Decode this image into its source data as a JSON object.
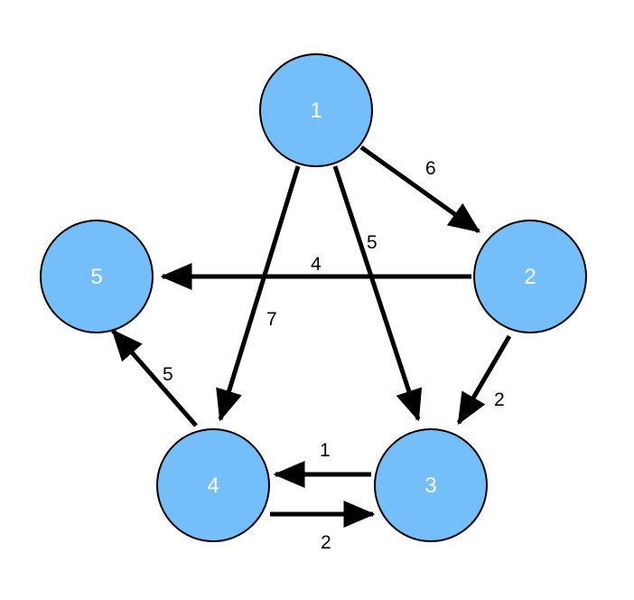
{
  "colors": {
    "node_fill": "#74BEF9",
    "node_stroke": "#000000",
    "edge": "#000000",
    "node_text": "#ffffff"
  },
  "graph": {
    "nodes": [
      {
        "id": "1",
        "label": "1"
      },
      {
        "id": "2",
        "label": "2"
      },
      {
        "id": "3",
        "label": "3"
      },
      {
        "id": "4",
        "label": "4"
      },
      {
        "id": "5",
        "label": "5"
      }
    ],
    "edges": [
      {
        "from": "1",
        "to": "2",
        "weight": "6"
      },
      {
        "from": "1",
        "to": "3",
        "weight": "5"
      },
      {
        "from": "1",
        "to": "4",
        "weight": "7"
      },
      {
        "from": "2",
        "to": "5",
        "weight": "4"
      },
      {
        "from": "2",
        "to": "3",
        "weight": "2"
      },
      {
        "from": "4",
        "to": "5",
        "weight": "5"
      },
      {
        "from": "3",
        "to": "4",
        "weight": "1"
      },
      {
        "from": "4",
        "to": "3",
        "weight": "2"
      }
    ]
  }
}
